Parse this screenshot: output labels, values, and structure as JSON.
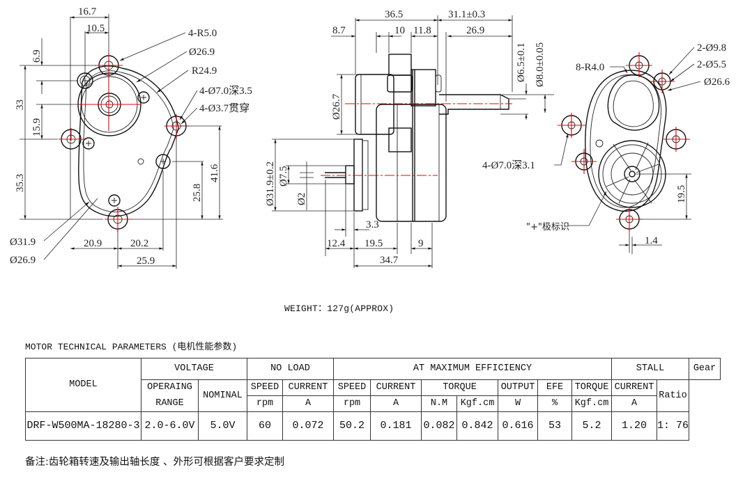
{
  "drawing": {
    "left_view": {
      "dims": [
        "16.7",
        "10.5",
        "6.9",
        "33",
        "15.9",
        "35.3",
        "41.6",
        "25.8",
        "20.9",
        "20.2",
        "25.9"
      ],
      "callouts": [
        "4-R5.0",
        "Ø26.9",
        "R24.9",
        "4-Ø7.0深3.5",
        "4-Ø3.7贯穿",
        "Ø31.9",
        "Ø26.9"
      ]
    },
    "side_view": {
      "dims": [
        "36.5",
        "31.1±0.3",
        "8.7",
        "10",
        "11.8",
        "26.9",
        "Ø6.5±0.1",
        "Ø8.0±0.05",
        "Ø26.7",
        "Ø31.9±0.2",
        "Ø7.5",
        "Ø2",
        "3.3",
        "12.4",
        "19.5",
        "9",
        "34.7"
      ]
    },
    "right_view": {
      "dims": [
        "19.5",
        "1.4"
      ],
      "callouts": [
        "2-Ø9.8",
        "2-Ø5.5",
        "Ø26.6",
        "8-R4.0",
        "4-Ø7.0深3.1",
        "\"+\"极标识"
      ]
    }
  },
  "weight": "WEIGHT：127g(APPROX)",
  "table_title": "MOTOR TECHNICAL PARAMETERS (电机性能参数)",
  "table": {
    "header_groups": {
      "model": "MODEL",
      "voltage": "VOLTAGE",
      "no_load": "NO LOAD",
      "max_eff": "AT MAXIMUM EFFICIENCY",
      "stall": "STALL",
      "gear": "Gear",
      "gear2": "Ratio"
    },
    "sub_headers": {
      "operating": "OPERAING",
      "range": "RANGE",
      "nominal": "NOMINAL",
      "nl_speed": "SPEED",
      "nl_current": "CURRENT",
      "me_speed": "SPEED",
      "me_current": "CURRENT",
      "me_torque": "TORQUE",
      "me_output": "OUTPUT",
      "me_efe": "EFE",
      "st_torque": "TORQUE",
      "st_current": "CURRENT"
    },
    "units": {
      "nl_speed": "rpm",
      "nl_current": "A",
      "me_speed": "rpm",
      "me_current": "A",
      "me_torque_nm": "N.M",
      "me_torque_kgf": "Kgf.cm",
      "me_output": "W",
      "me_efe": "%",
      "st_torque": "Kgf.cm",
      "st_current": "A"
    },
    "row": {
      "model": "DRF-W500MA-18280-3",
      "operating_range": "2.0-6.0V",
      "nominal": "5.0V",
      "nl_speed": "60",
      "nl_current": "0.072",
      "me_speed": "50.2",
      "me_current": "0.181",
      "me_torque_nm": "0.082",
      "me_torque_kgf": "0.842",
      "me_output": "0.616",
      "me_efe": "53",
      "st_torque": "5.2",
      "st_current": "1.20",
      "gear_ratio": "1: 76"
    }
  },
  "note": "备注:齿轮箱转速及输出轴长度 、外形可根据客户要求定制"
}
